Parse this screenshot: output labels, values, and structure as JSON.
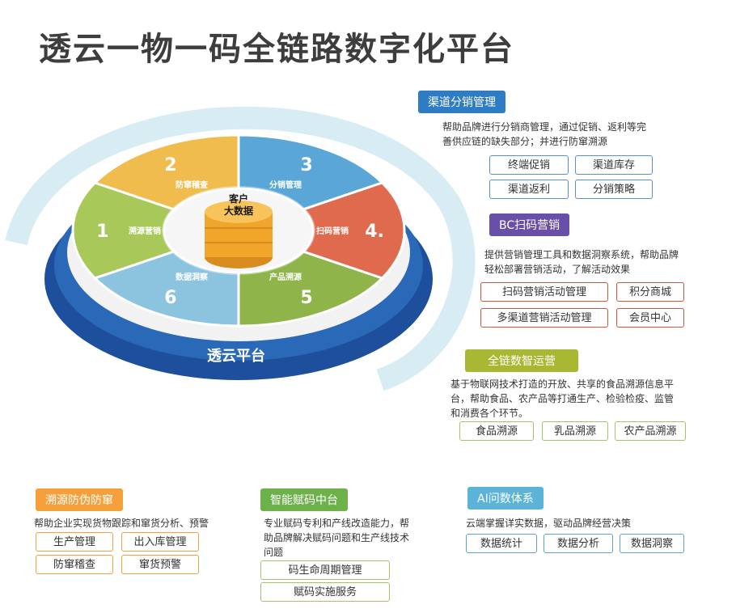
{
  "title": "透云一物一码全链路数字化平台",
  "wheel": {
    "center_line1": "客户",
    "center_line2": "大数据",
    "platform_label": "透云平台",
    "segments": [
      {
        "num": "1",
        "label": "溯源营销"
      },
      {
        "num": "2",
        "label": "防窜稽查"
      },
      {
        "num": "3",
        "label": "分销管理"
      },
      {
        "num": "4.",
        "label": "扫码营销"
      },
      {
        "num": "5",
        "label": "产品溯源"
      },
      {
        "num": "6",
        "label": "数据洞察"
      }
    ]
  },
  "sections": {
    "channel": {
      "header": "渠道分销管理",
      "desc_line1": "帮助品牌进行分销商管理，通过促销、返利等完",
      "desc_line2": "善供应链的缺失部分；并进行防窜溯源",
      "tags": [
        "终端促销",
        "渠道库存",
        "渠道返利",
        "分销策略"
      ]
    },
    "bc": {
      "header": "BC扫码营销",
      "desc_line1": "提供营销管理工具和数据洞察系统，帮助品牌",
      "desc_line2": "轻松部署营销活动，了解活动效果",
      "tags": [
        "扫码营销活动管理",
        "积分商城",
        "多渠道营销活动管理",
        "会员中心"
      ]
    },
    "chain": {
      "header": "全链数智运营",
      "desc_line1": "基于物联网技术打造的开放、共享的食品溯源信息平",
      "desc_line2": "台，帮助食品、农产品等打通生产、检验检疫、监管",
      "desc_line3": "和消费各个环节。",
      "tags": [
        "食品溯源",
        "乳品溯源",
        "农产品溯源"
      ]
    },
    "trace": {
      "header": "溯源防伪防窜",
      "desc_line1": "帮助企业实现货物跟踪和窜货分析、预警",
      "tags": [
        "生产管理",
        "出入库管理",
        "防窜稽查",
        "窜货预警"
      ]
    },
    "coding": {
      "header": "智能赋码中台",
      "desc_line1": "专业赋码专利和产线改造能力，帮",
      "desc_line2": "助品牌解决赋码问题和生产线技术",
      "desc_line3": "问题",
      "tags": [
        "码生命周期管理",
        "赋码实施服务"
      ]
    },
    "ai": {
      "header": "AI问数体系",
      "desc_line1": "云端掌握详实数据，驱动品牌经营决策",
      "tags": [
        "数据统计",
        "数据分析",
        "数据洞察"
      ]
    }
  },
  "colors": {
    "blue_header": "#2e7cc4",
    "purple_header": "#6a4fa8",
    "olive_header": "#a9b832",
    "orange_header": "#f5a03a",
    "green_header": "#6cb14a",
    "teal_header": "#5bb4d8",
    "seg1": "#a9c85a",
    "seg2": "#f0bc4e",
    "seg3": "#5aa6d6",
    "seg4": "#e06a4e",
    "seg5": "#8fb449",
    "seg6": "#8cc4e0",
    "base": "#1e4f9c"
  }
}
